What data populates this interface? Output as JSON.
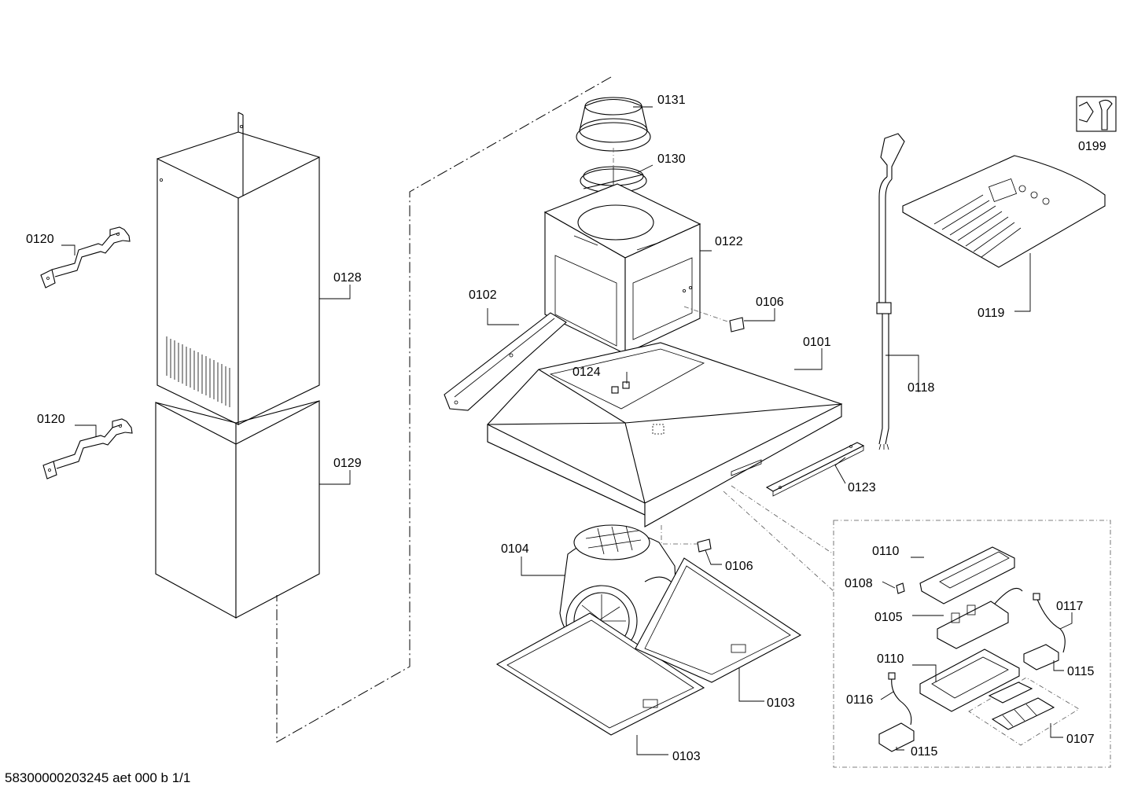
{
  "document": {
    "id": "58300000203245 aet 000 b 1/1"
  },
  "labels": {
    "p0131": "0131",
    "p0130": "0130",
    "p0122": "0122",
    "p0102": "0102",
    "p0106a": "0106",
    "p0101": "0101",
    "p0124": "0124",
    "p0123": "0123",
    "p0104": "0104",
    "p0106b": "0106",
    "p0103a": "0103",
    "p0103b": "0103",
    "p0120a": "0120",
    "p0120b": "0120",
    "p0128": "0128",
    "p0129": "0129",
    "p0118": "0118",
    "p0119": "0119",
    "p0199": "0199",
    "p0110a": "0110",
    "p0108": "0108",
    "p0105": "0105",
    "p0117": "0117",
    "p0110b": "0110",
    "p0115a": "0115",
    "p0116": "0116",
    "p0115b": "0115",
    "p0107": "0107"
  }
}
